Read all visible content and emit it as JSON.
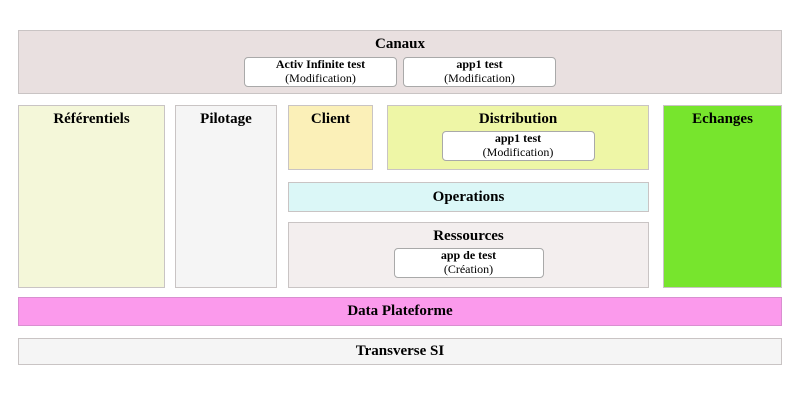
{
  "diagram": {
    "canaux": {
      "title": "Canaux",
      "apps": [
        {
          "name": "Activ Infinite test",
          "status": "(Modification)"
        },
        {
          "name": "app1 test",
          "status": "(Modification)"
        }
      ]
    },
    "referentiels": {
      "title": "Référentiels"
    },
    "pilotage": {
      "title": "Pilotage"
    },
    "client": {
      "title": "Client"
    },
    "distribution": {
      "title": "Distribution",
      "apps": [
        {
          "name": "app1 test",
          "status": "(Modification)"
        }
      ]
    },
    "operations": {
      "title": "Operations"
    },
    "ressources": {
      "title": "Ressources",
      "apps": [
        {
          "name": "app de test",
          "status": "(Création)"
        }
      ]
    },
    "echanges": {
      "title": "Echanges"
    },
    "data_plateforme": {
      "title": "Data Plateforme"
    },
    "transverse_si": {
      "title": "Transverse SI"
    },
    "colors": {
      "canaux_bg": "#e9e0e0",
      "referentiels_bg": "#f4f7d9",
      "pilotage_bg": "#f5f5f5",
      "client_bg": "#fbf0b8",
      "distribution_bg": "#eef6a6",
      "operations_bg": "#dbf7f7",
      "ressources_bg": "#f3eeee",
      "echanges_bg": "#77e52d",
      "data_plateforme_bg": "#fb9aec",
      "transverse_si_bg": "#f5f5f5",
      "card_bg": "#ffffff"
    }
  }
}
